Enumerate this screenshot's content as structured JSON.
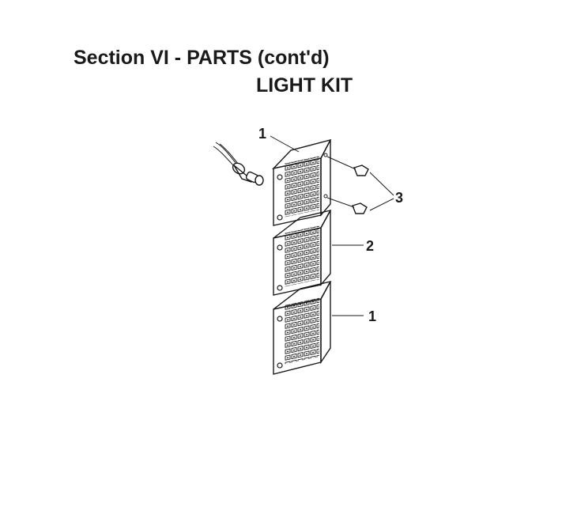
{
  "header": {
    "section_title": "Section VI - PARTS (cont'd)",
    "subtitle": "LIGHT KIT"
  },
  "callouts": {
    "top_lens": "1",
    "middle_lens": "2",
    "bottom_lens": "1",
    "screws": "3"
  },
  "colors": {
    "ink": "#1a1a1a",
    "background": "#ffffff"
  }
}
